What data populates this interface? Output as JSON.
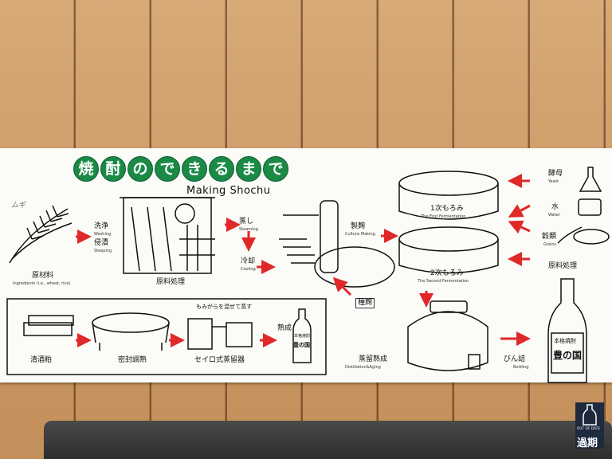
{
  "title_chars": [
    "焼",
    "酎",
    "の",
    "で",
    "き",
    "る",
    "ま",
    "で"
  ],
  "subtitle": "Making Shochu",
  "top_right_stamp": "ムギ",
  "steps": {
    "ingredients_ja": "原材料",
    "ingredients_en": "Ingredients (i.e., wheat, rice)",
    "washing_ja": "洗浄",
    "washing_en": "Washing",
    "steeping_ja": "侵漬",
    "steeping_en": "Steeping",
    "processing_ja": "原料処理",
    "steaming_ja": "蒸し",
    "steaming_en": "Steaming",
    "cooling_ja": "冷却",
    "cooling_en": "Cooling",
    "culture_ja": "製麹",
    "culture_en": "Culture Making",
    "koji_ja": "種麹",
    "first_ferm_ja": "1次もろみ",
    "first_ferm_en": "The First Fermentation",
    "second_ferm_ja": "2次もろみ",
    "second_ferm_en": "The Second Fermentation",
    "yeast_ja": "酵母",
    "yeast_en": "Yeast",
    "water_ja": "水",
    "water_en": "Water",
    "grains_ja": "穀類",
    "grains_en": "Grains",
    "processing2_ja": "原料処理",
    "distill_ja": "蒸留熟成",
    "distill_en": "Distillation&Aging",
    "bottling_ja": "びん詰",
    "bottling_en": "Bottling",
    "bottle_label_small": "本格焼酎",
    "bottle_label_big": "豊の国",
    "sake_lees_ja": "清酒粕",
    "sealed_ja": "密封調熟",
    "husk_note_ja": "もみがらを混ぜて蒸す",
    "seiro_ja": "セイロ式蒸留器",
    "aging_ja": "熟成",
    "small_bottle_top": "本格焼酎",
    "small_bottle_big": "豊の国"
  },
  "logo": {
    "small_text": "OUT OF DATE",
    "big_text": "過期"
  },
  "colors": {
    "title_green": "#1a8a46",
    "arrow_red": "#e02828",
    "poster_bg": "#fbfbf8"
  }
}
